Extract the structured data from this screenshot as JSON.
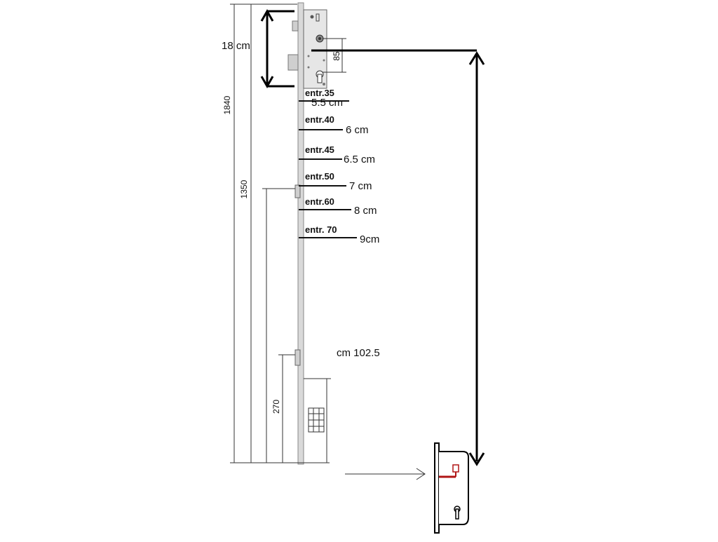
{
  "lock_height_label": "18 cm",
  "backset_label": "85",
  "dimensions": {
    "total": "1840",
    "upper_point": "1350",
    "lower_point": "270"
  },
  "entrances": [
    {
      "label": "entr.35",
      "value": "5.5 cm"
    },
    {
      "label": "entr.40",
      "value": "6 cm"
    },
    {
      "label": "entr.45",
      "value": "6.5 cm"
    },
    {
      "label": "entr.50",
      "value": "7 cm"
    },
    {
      "label": "entr.60",
      "value": "8 cm"
    },
    {
      "label": "entr. 70",
      "value": "9cm"
    }
  ],
  "handle_height_label": "cm 102.5",
  "colors": {
    "faceplate": "#d9d9d9",
    "lock_case": "#e6e6e6",
    "accent_red": "#b01515"
  }
}
